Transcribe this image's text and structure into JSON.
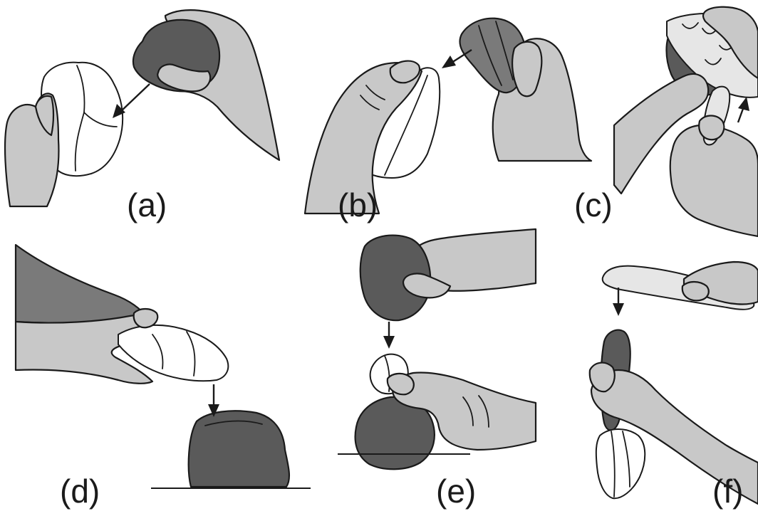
{
  "figure": {
    "panels": [
      {
        "id": "a",
        "label": "(a)"
      },
      {
        "id": "b",
        "label": "(b)"
      },
      {
        "id": "c",
        "label": "(c)"
      },
      {
        "id": "d",
        "label": "(d)"
      },
      {
        "id": "e",
        "label": "(e)"
      },
      {
        "id": "f",
        "label": "(f)"
      }
    ]
  }
}
